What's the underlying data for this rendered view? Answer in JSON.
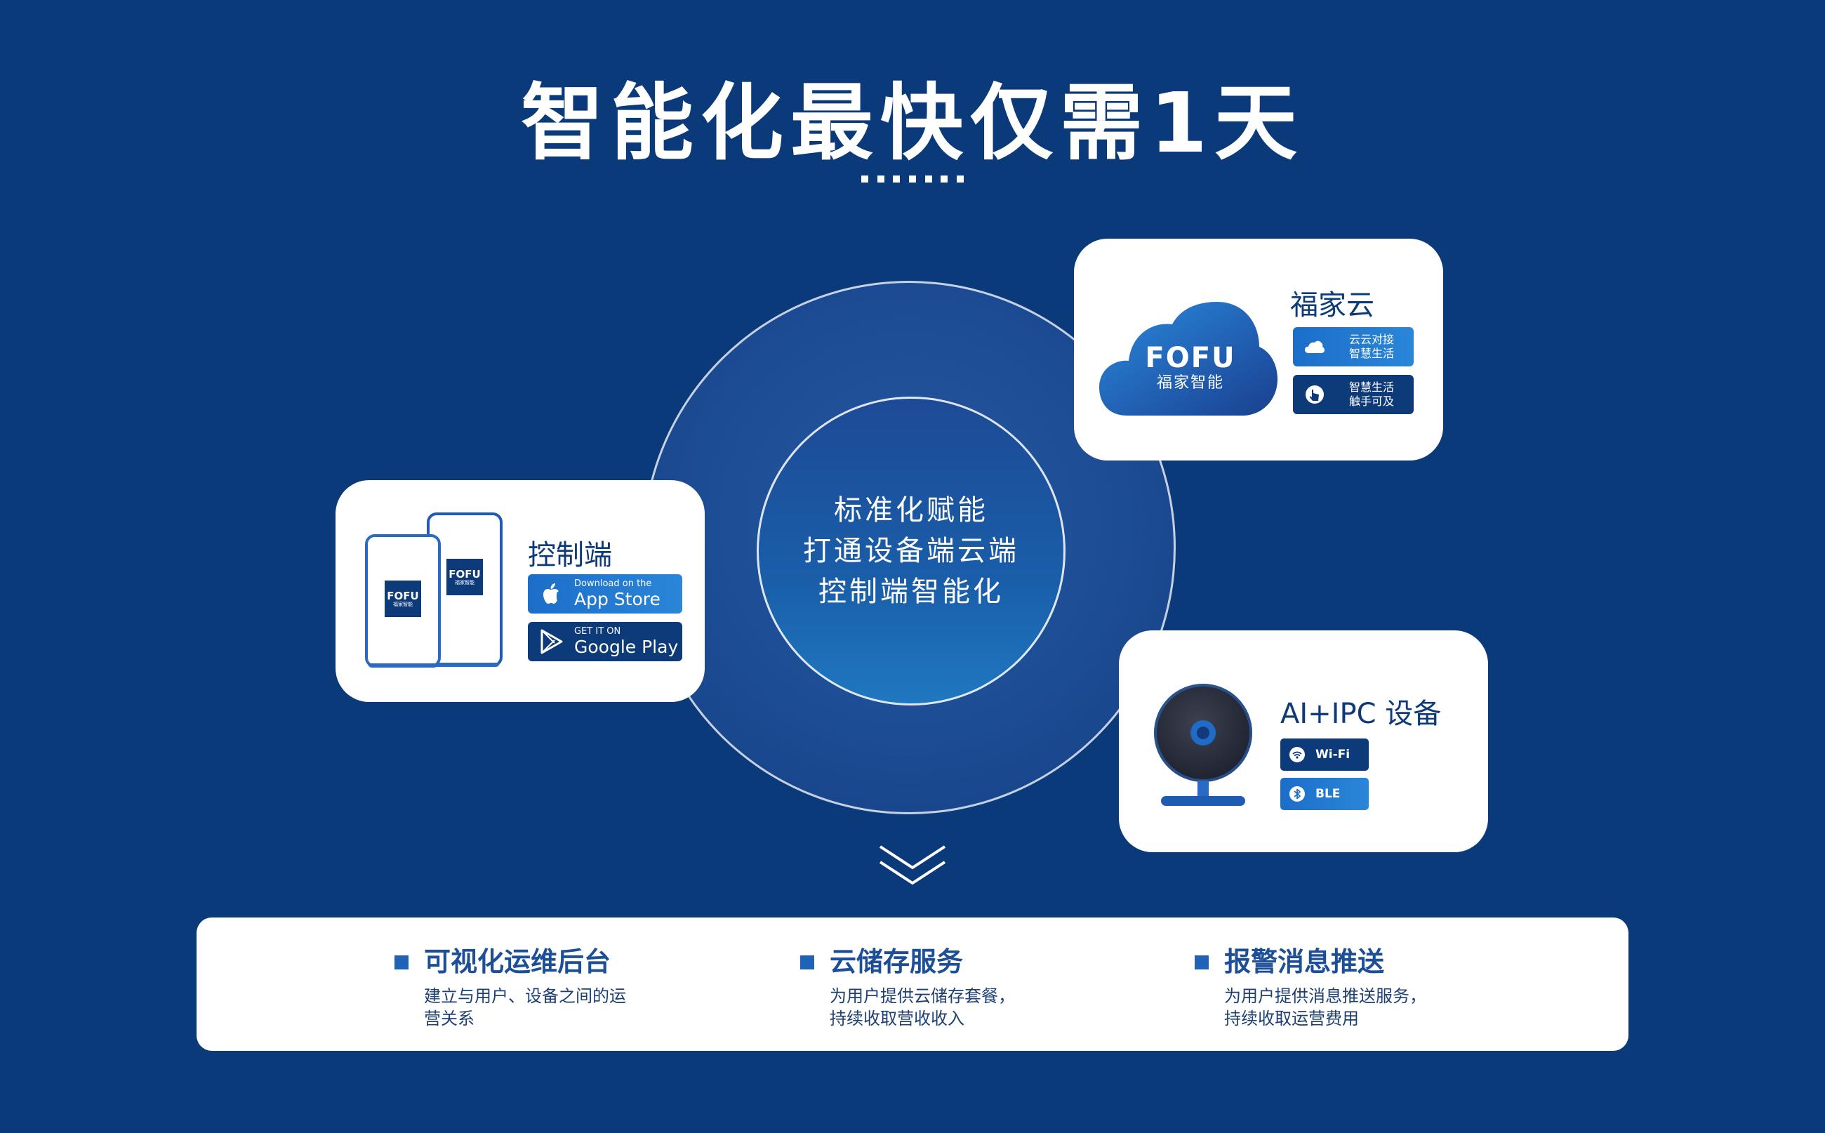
{
  "header": {
    "title": "智能化最快仅需1天"
  },
  "center": {
    "lines": [
      "标准化赋能",
      "打通设备端云端",
      "控制端智能化"
    ]
  },
  "control_card": {
    "title": "控制端",
    "phone_logo": {
      "brand": "FOFU",
      "sub": "福家智能"
    },
    "app_store": {
      "small": "Download on the",
      "big": "App Store"
    },
    "google_play": {
      "small": "GET IT ON",
      "big": "Google Play"
    }
  },
  "cloud_card": {
    "title": "福家云",
    "logo": {
      "brand": "FOFU",
      "sub": "福家智能"
    },
    "features": [
      {
        "line1": "云云对接",
        "line2": "智慧生活",
        "icon": "cloud-icon"
      },
      {
        "line1": "智慧生活",
        "line2": "触手可及",
        "icon": "tap-icon"
      }
    ]
  },
  "ai_card": {
    "title": "AI+IPC 设备",
    "chips": [
      {
        "label": "Wi-Fi",
        "icon": "wifi-icon"
      },
      {
        "label": "BLE",
        "icon": "bluetooth-icon"
      }
    ]
  },
  "bottom": {
    "features": [
      {
        "title": "可视化运维后台",
        "desc_lines": [
          "建立与用户、设备之间的运",
          "营关系"
        ]
      },
      {
        "title": "云储存服务",
        "desc_lines": [
          "为用户提供云储存套餐，",
          "持续收取营收收入"
        ]
      },
      {
        "title": "报警消息推送",
        "desc_lines": [
          "为用户提供消息推送服务，",
          "持续收取运营费用"
        ]
      }
    ]
  },
  "colors": {
    "background": "#0b3a7a",
    "accent": "#1f63b8",
    "dark_blue": "#0d3a78"
  }
}
